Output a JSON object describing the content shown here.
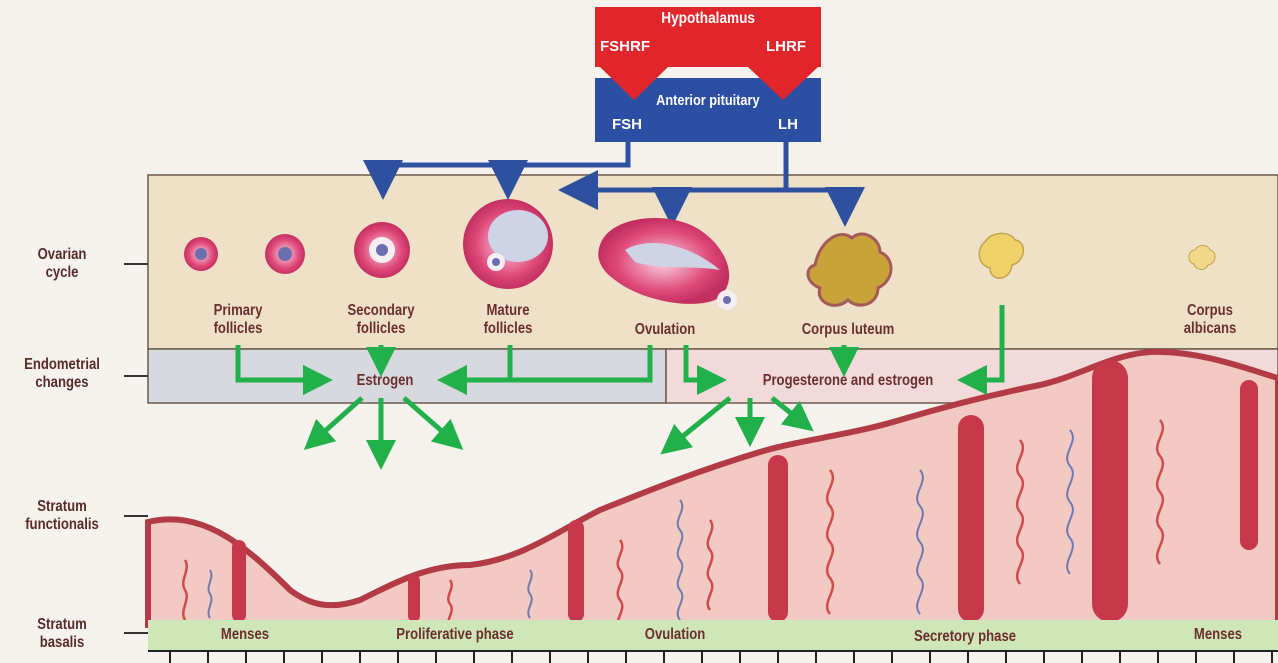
{
  "header": {
    "hypothalamus": "Hypothalamus",
    "fshrf": "FSHRF",
    "lhrf": "LHRF",
    "anterior_pituitary": "Anterior pituitary",
    "fsh": "FSH",
    "lh": "LH"
  },
  "side_labels": {
    "ovarian_cycle": [
      "Ovarian",
      "cycle"
    ],
    "endometrial_changes": [
      "Endometrial",
      "changes"
    ],
    "stratum_functionalis": [
      "Stratum",
      "functionalis"
    ],
    "stratum_basalis": [
      "Stratum",
      "basalis"
    ]
  },
  "ovarian_stages": {
    "primary": [
      "Primary",
      "follicles"
    ],
    "secondary": [
      "Secondary",
      "follicles"
    ],
    "mature": [
      "Mature",
      "follicles"
    ],
    "ovulation": "Ovulation",
    "corpus_luteum": "Corpus luteum",
    "corpus_albicans": [
      "Corpus",
      "albicans"
    ]
  },
  "hormones": {
    "estrogen": "Estrogen",
    "progesterone_estrogen": "Progesterone and estrogen"
  },
  "phases": {
    "menses_start": "Menses",
    "proliferative": "Proliferative phase",
    "ovulation": "Ovulation",
    "secretory": "Secretory phase",
    "menses_end": "Menses"
  },
  "colors": {
    "hypothalamus_red": "#e0262a",
    "pituitary_blue": "#2c4ea3",
    "arrow_blue": "#2f4f9f",
    "arrow_green": "#22b04a",
    "ovary_band": "#efe0c8",
    "estrogen_band": "#d8d9de",
    "progesterone_band": "#f3dada",
    "tissue_pink": "#f2c9c3",
    "tissue_red": "#c7384a",
    "basalis_green": "#cfe6b8"
  }
}
